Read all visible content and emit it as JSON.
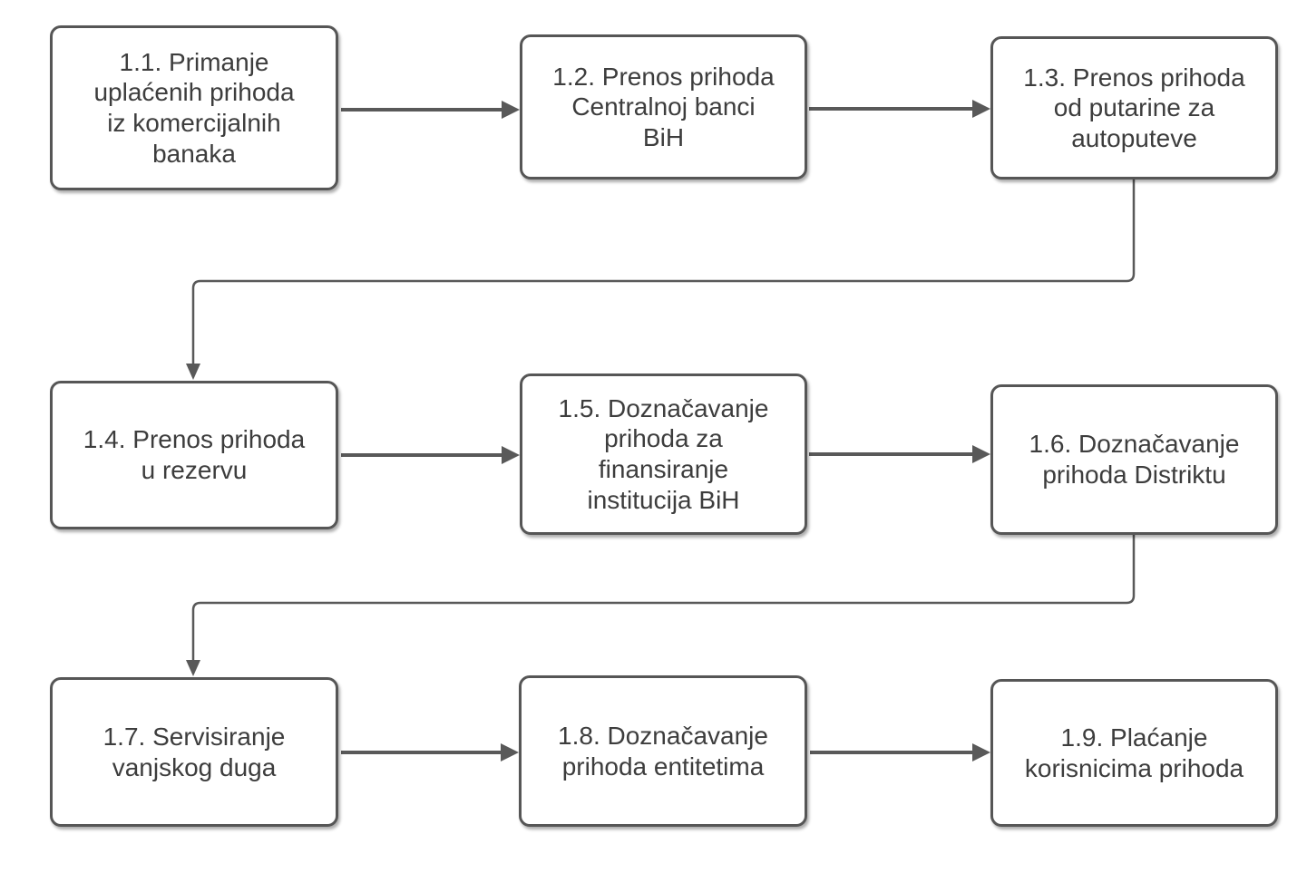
{
  "diagram": {
    "type": "flowchart",
    "background_color": "#ffffff",
    "box_fill_color": "#ffffff",
    "box_border_color": "#565656",
    "text_color": "#3d3d3d",
    "connector_color": "#595959",
    "nodes": [
      {
        "id": "1.1",
        "label": "1.1. Primanje\nuplaćenih prihoda\niz komercijalnih\nbanaka"
      },
      {
        "id": "1.2",
        "label": "1.2. Prenos prihoda\nCentralnoj banci\nBiH"
      },
      {
        "id": "1.3",
        "label": "1.3. Prenos prihoda\nod putarine za\nautoputeve"
      },
      {
        "id": "1.4",
        "label": "1.4. Prenos prihoda\nu rezervu"
      },
      {
        "id": "1.5",
        "label": "1.5. Doznačavanje\nprihoda za\nfinansiranje\ninstitucija BiH"
      },
      {
        "id": "1.6",
        "label": "1.6. Doznačavanje\nprihoda Distriktu"
      },
      {
        "id": "1.7",
        "label": "1.7. Servisiranje\nvanjskog duga"
      },
      {
        "id": "1.8",
        "label": "1.8. Doznačavanje\nprihoda entitetima"
      },
      {
        "id": "1.9",
        "label": "1.9. Plaćanje\nkorisnicima prihoda"
      }
    ],
    "edges": [
      {
        "from": "1.1",
        "to": "1.2"
      },
      {
        "from": "1.2",
        "to": "1.3"
      },
      {
        "from": "1.3",
        "to": "1.4"
      },
      {
        "from": "1.4",
        "to": "1.5"
      },
      {
        "from": "1.5",
        "to": "1.6"
      },
      {
        "from": "1.6",
        "to": "1.7"
      },
      {
        "from": "1.7",
        "to": "1.8"
      },
      {
        "from": "1.8",
        "to": "1.9"
      }
    ]
  }
}
